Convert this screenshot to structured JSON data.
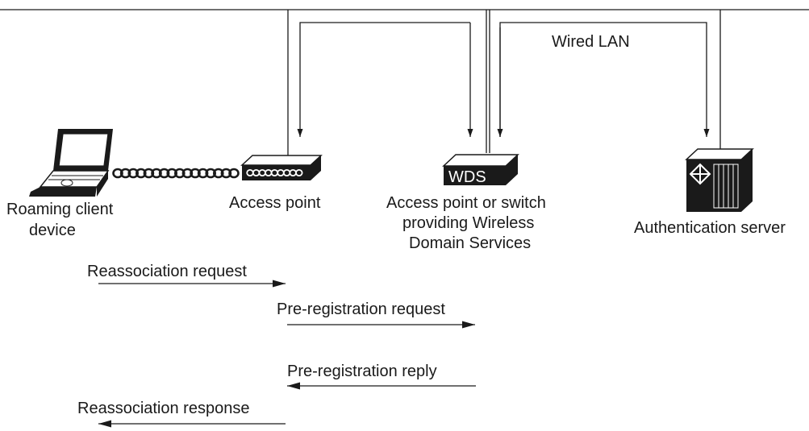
{
  "network": {
    "wired_lan_label": "Wired LAN"
  },
  "devices": {
    "client": {
      "line1": "Roaming client",
      "line2": "device",
      "icon": "laptop-icon"
    },
    "access_point": {
      "label": "Access point",
      "icon": "access-point-icon"
    },
    "wds": {
      "badge": "WDS",
      "line1": "Access point or switch",
      "line2": "providing Wireless",
      "line3": "Domain Services",
      "icon": "wds-switch-icon"
    },
    "auth_server": {
      "label": "Authentication server",
      "icon": "server-icon"
    }
  },
  "messages": [
    {
      "label": "Reassociation request",
      "direction": "right"
    },
    {
      "label": "Pre-registration request",
      "direction": "right"
    },
    {
      "label": "Pre-registration reply",
      "direction": "left"
    },
    {
      "label": "Reassociation response",
      "direction": "left"
    }
  ]
}
